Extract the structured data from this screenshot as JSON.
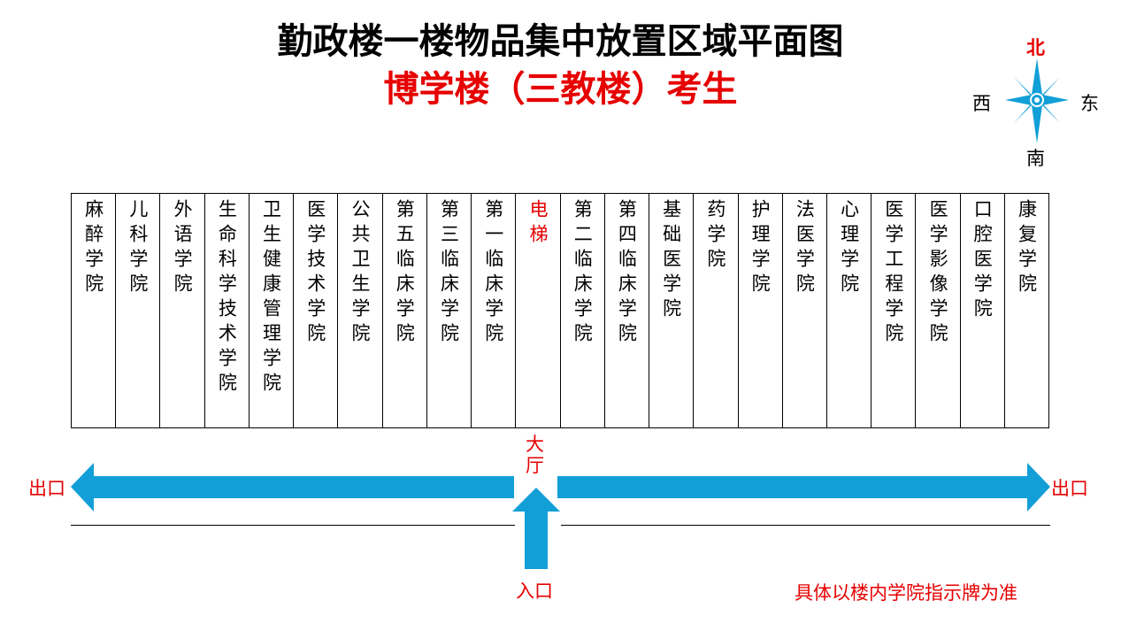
{
  "title": "勤政楼一楼物品集中放置区域平面图",
  "subtitle": "博学楼（三教楼）考生",
  "compass": {
    "north": "北",
    "south": "南",
    "east": "东",
    "west": "西"
  },
  "columns": [
    {
      "label": "麻醉学院"
    },
    {
      "label": "儿科学院"
    },
    {
      "label": "外语学院"
    },
    {
      "label": "生命科学技术学院"
    },
    {
      "label": "卫生健康管理学院"
    },
    {
      "label": "医学技术学院"
    },
    {
      "label": "公共卫生学院"
    },
    {
      "label": "第五临床学院"
    },
    {
      "label": "第三临床学院"
    },
    {
      "label": "第一临床学院"
    },
    {
      "label": "电梯",
      "highlight": true
    },
    {
      "label": "第二临床学院"
    },
    {
      "label": "第四临床学院"
    },
    {
      "label": "基础医学院"
    },
    {
      "label": "药学院"
    },
    {
      "label": "护理学院"
    },
    {
      "label": "法医学院"
    },
    {
      "label": "心理学院"
    },
    {
      "label": "医学工程学院"
    },
    {
      "label": "医学影像学院"
    },
    {
      "label": "口腔医学院"
    },
    {
      "label": "康复学院"
    }
  ],
  "hall": "大厅",
  "exit_left": "出口",
  "exit_right": "出口",
  "entrance": "入口",
  "note": "具体以楼内学院指示牌为准",
  "colors": {
    "arrow": "#129fd7",
    "accent": "#e60000"
  }
}
